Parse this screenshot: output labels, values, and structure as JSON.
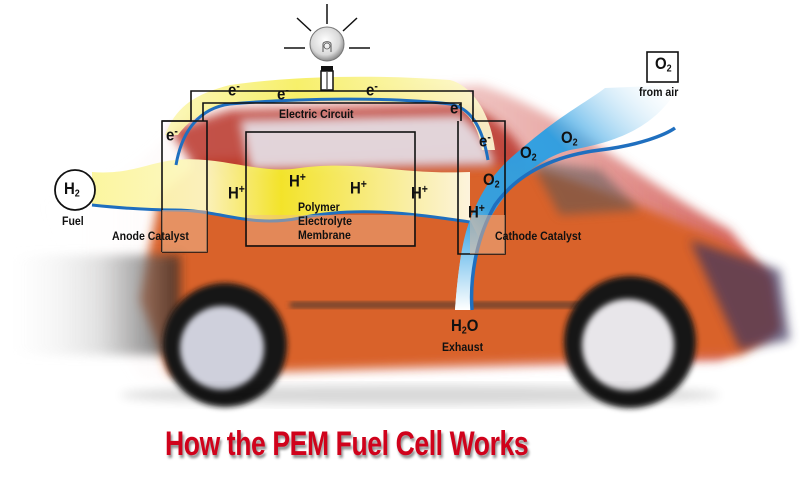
{
  "title": "How the PEM Fuel Cell Works",
  "colors": {
    "title_red": "#d0021b",
    "hydrogen_yellow": "#f6ee5a",
    "oxygen_blue": "#2e9fe0",
    "line_blue": "#1f6fbf",
    "car_orange": "#d9622b"
  },
  "labels": {
    "fuel_symbol": "H",
    "fuel_sub": "2",
    "fuel": "Fuel",
    "anode": "Anode Catalyst",
    "circuit": "Electric Circuit",
    "membrane_line1": "Polymer",
    "membrane_line2": "Electrolyte",
    "membrane_line3": "Membrane",
    "cathode": "Cathode Catalyst",
    "o2_symbol": "O",
    "o2_sub": "2",
    "from_air": "from air",
    "water_h": "H",
    "water_sub": "2",
    "water_o": "O",
    "exhaust": "Exhaust"
  },
  "particles": {
    "electron": "e",
    "electron_charge": "-",
    "proton": "H",
    "proton_charge": "+",
    "oxygen": "O",
    "oxygen_sub": "2"
  },
  "icons": {
    "bulb": "light-bulb-icon"
  }
}
